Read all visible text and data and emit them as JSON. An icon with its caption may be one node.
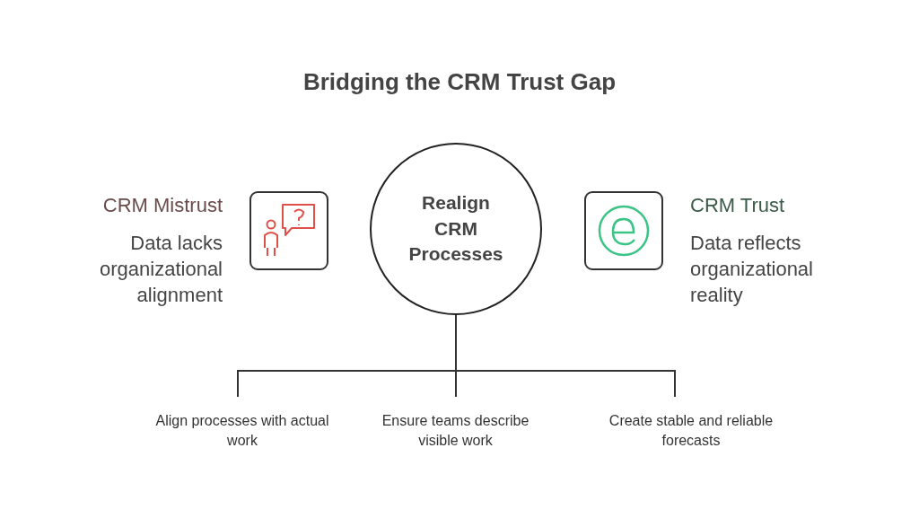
{
  "diagram": {
    "title": "Bridging the CRM Trust Gap",
    "nodes": [
      {
        "text": [
          "Realign CRM Processes"
        ]
      },
      {
        "text": [
          "Align processes with actual work"
        ]
      },
      {
        "text": [
          "Ensure teams describe visible work"
        ]
      },
      {
        "text": [
          "Create stable and reliable forecasts"
        ]
      }
    ],
    "edges": [
      {
        "from": 0,
        "to": 1,
        "arrow": "none"
      },
      {
        "from": 0,
        "to": 2,
        "arrow": "none"
      },
      {
        "from": 0,
        "to": 3,
        "arrow": "none"
      }
    ],
    "labels": [
      "CRM Mistrust",
      "Data lacks organizational alignment",
      "CRM Trust",
      "Data reflects organizational reality"
    ]
  }
}
